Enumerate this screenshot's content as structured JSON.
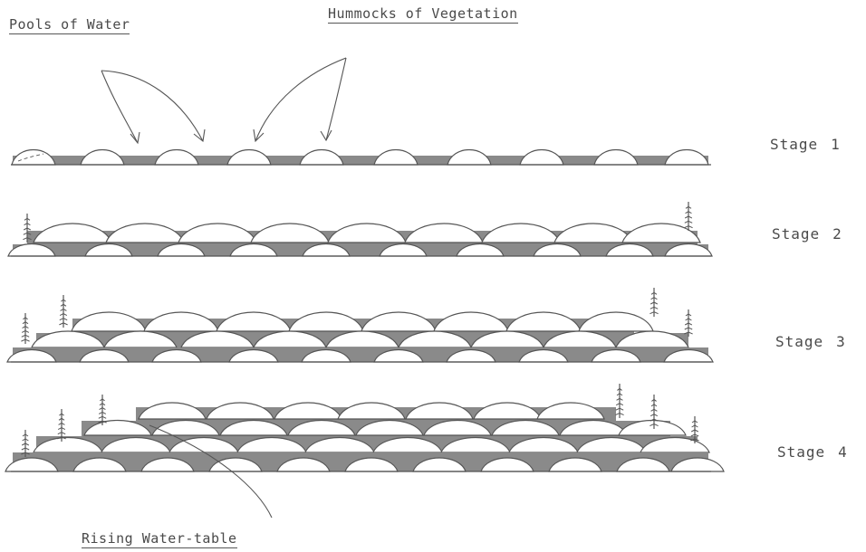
{
  "labels": {
    "pools_of_water": "Pools of Water",
    "hummocks_of_vegetation": "Hummocks of Vegetation",
    "rising_water_table": "Rising Water-table"
  },
  "stages": [
    {
      "word": "Stage",
      "number": "1"
    },
    {
      "word": "Stage",
      "number": "2"
    },
    {
      "word": "Stage",
      "number": "3"
    },
    {
      "word": "Stage",
      "number": "4"
    }
  ],
  "colors": {
    "line": "#555555",
    "water": "#8a8a8a",
    "hummock_fill": "#ffffff"
  }
}
